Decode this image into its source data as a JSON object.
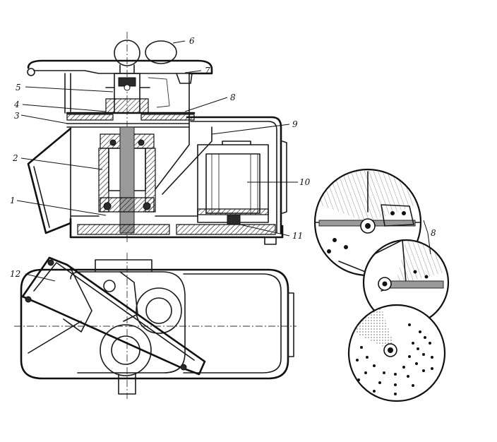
{
  "diagram": {
    "callouts": {
      "c1": "1",
      "c2": "2",
      "c3": "3",
      "c4": "4",
      "c5": "5",
      "c6": "6",
      "c7": "7",
      "c8": "8",
      "c9": "9",
      "c10": "10",
      "c11": "11",
      "c12": "12",
      "c8_discs": "8"
    }
  }
}
